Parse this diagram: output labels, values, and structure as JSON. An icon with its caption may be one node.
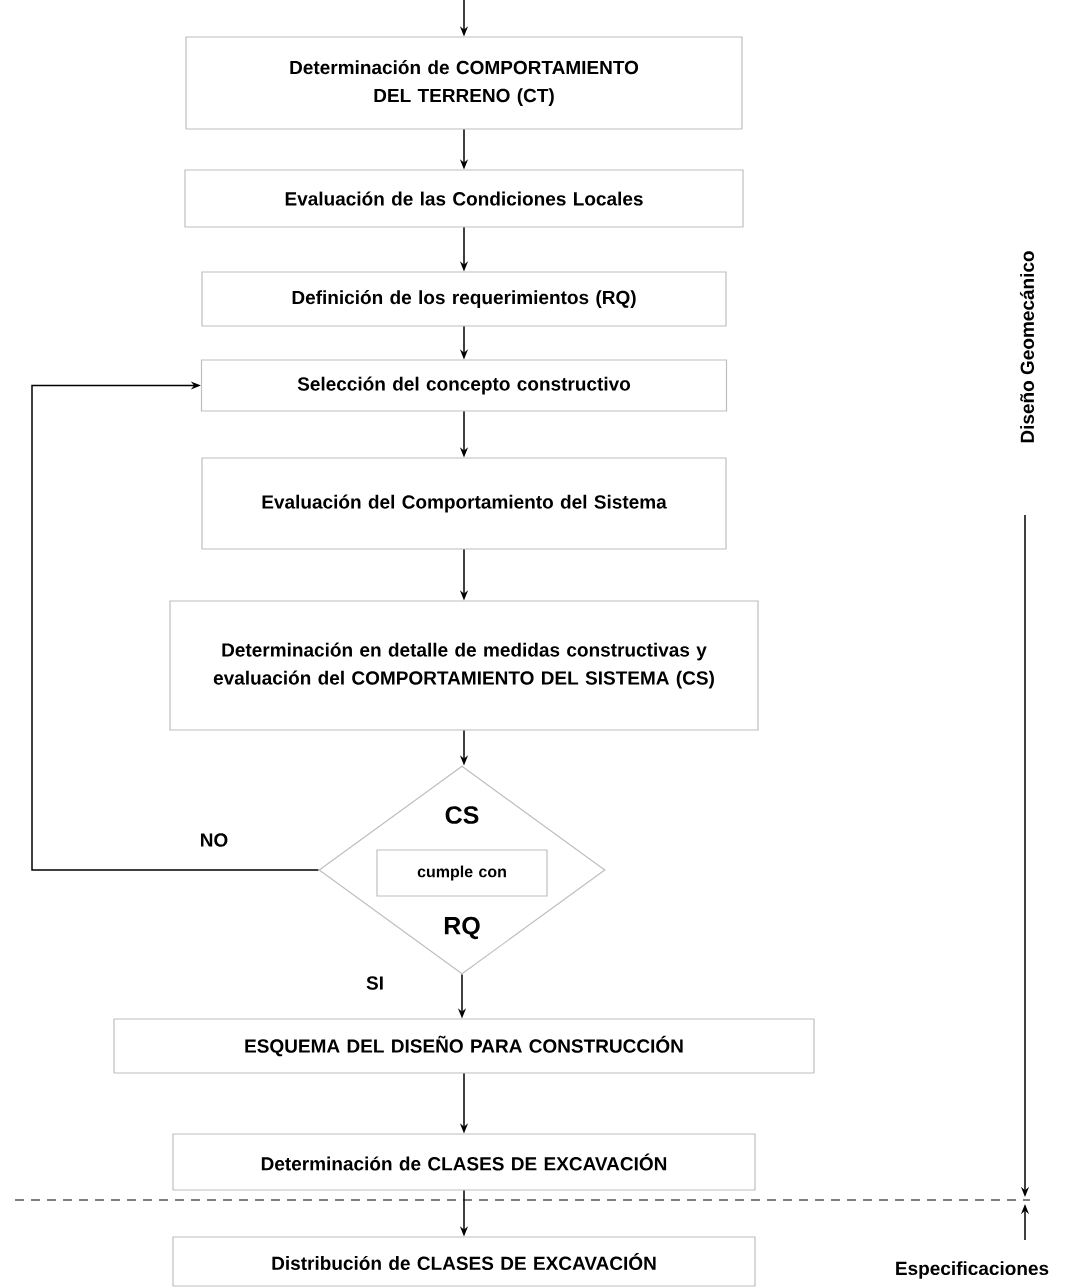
{
  "diagram": {
    "nodes": [
      {
        "text": [
          "Determinación de COMPORTAMIENTO DEL TERRENO (CT)"
        ]
      },
      {
        "text": [
          "Evaluación de las Condiciones Locales"
        ]
      },
      {
        "text": [
          "Definición de los requerimientos (RQ)"
        ]
      },
      {
        "text": [
          "Selección del concepto constructivo"
        ]
      },
      {
        "text": [
          "Evaluación del Comportamiento del Sistema"
        ]
      },
      {
        "text": [
          "Determinación en detalle de medidas constructivas y evaluación del COMPORTAMIENTO DEL SISTEMA (CS)"
        ]
      },
      {
        "text": [
          "CS",
          "RQ"
        ]
      },
      {
        "text": [
          "cumple con"
        ],
        "in": 6
      },
      {
        "text": [
          "ESQUEMA DEL DISEÑO PARA CONSTRUCCIÓN"
        ]
      },
      {
        "text": [
          "Determinación de CLASES DE EXCAVACIÓN"
        ]
      },
      {
        "text": [
          "Distribución de CLASES DE EXCAVACIÓN"
        ]
      }
    ],
    "edges": [
      {
        "from": null,
        "to": 0,
        "arrow": "to"
      },
      {
        "from": 0,
        "to": 1,
        "arrow": "to"
      },
      {
        "from": 1,
        "to": 2,
        "arrow": "to"
      },
      {
        "from": 2,
        "to": 3,
        "arrow": "to"
      },
      {
        "from": 3,
        "to": 4,
        "arrow": "to"
      },
      {
        "from": 4,
        "to": 5,
        "arrow": "to"
      },
      {
        "from": 5,
        "to": 6,
        "arrow": "to"
      },
      {
        "from": 6,
        "to": 3,
        "arrow": "to",
        "label": "NO"
      },
      {
        "from": 6,
        "to": 8,
        "arrow": "to",
        "label": "SI"
      },
      {
        "from": 8,
        "to": 9,
        "arrow": "to"
      },
      {
        "from": 9,
        "to": 10,
        "arrow": "to"
      }
    ],
    "labels": [
      "Diseño Geomecánico",
      "Especificaciones"
    ]
  }
}
